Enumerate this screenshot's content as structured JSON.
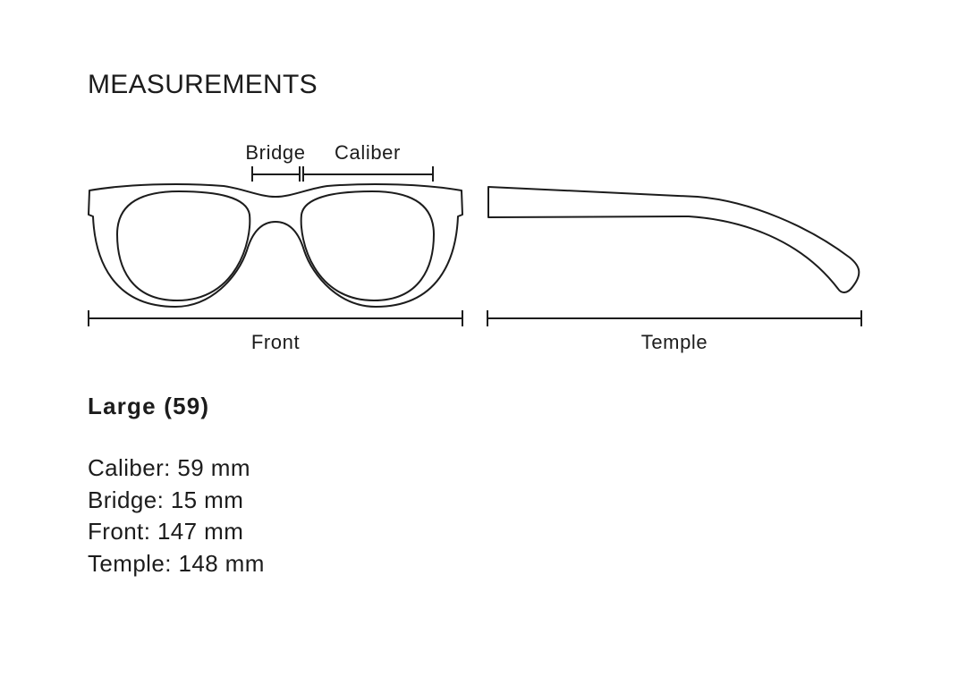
{
  "heading": "MEASUREMENTS",
  "diagram": {
    "labels": {
      "bridge": "Bridge",
      "caliber": "Caliber",
      "front": "Front",
      "temple": "Temple"
    }
  },
  "size": {
    "title": "Large (59)",
    "specs": [
      {
        "label": "Caliber",
        "value": "59 mm"
      },
      {
        "label": "Bridge",
        "value": "15 mm"
      },
      {
        "label": "Front",
        "value": "147 mm"
      },
      {
        "label": "Temple",
        "value": "148 mm"
      }
    ]
  },
  "colors": {
    "ink": "#1c1c1c",
    "background": "#ffffff"
  }
}
